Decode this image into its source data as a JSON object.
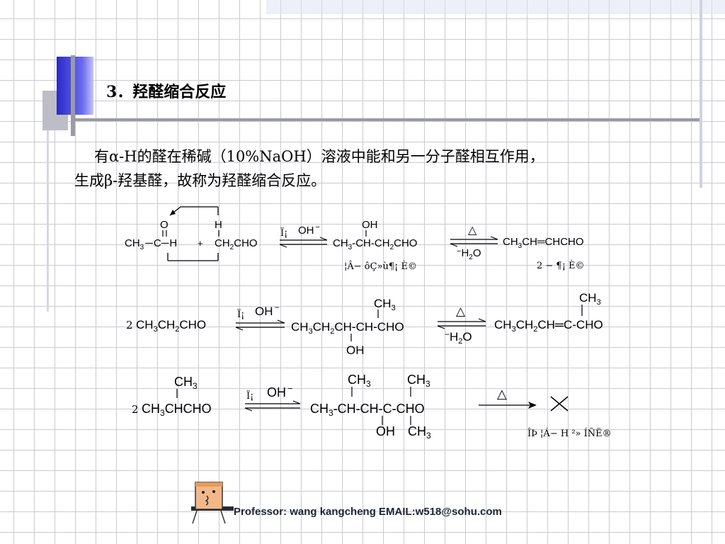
{
  "slide": {
    "title": "3．羟醛缩合反应",
    "para_line1": "有α-H的醛在稀碱（10%NaOH）溶液中能和另一分子醛相互作用，",
    "para_line2": "生成β-羟基醛，故称为羟醛缩合反应。"
  },
  "reactions": {
    "r1": {
      "o_top": "O",
      "h_top": "H",
      "ch3": "CH",
      "sub3": "3",
      "dash": "─",
      "c": "C",
      "h": "H",
      "plus": "+",
      "ch2cho_a": "CH",
      "ch2cho_sub": "2",
      "ch2cho_b": "CHO",
      "cat_garbled": "Ï¡",
      "cat": "OH",
      "cat_charge": "−",
      "prod_oh": "OH",
      "prod_a": "CH",
      "prod_sub1": "3",
      "prod_b": "-CH-CH",
      "prod_sub2": "2",
      "prod_c": "CHO",
      "heat": "△",
      "minus": "−",
      "h2o_a": "H",
      "h2o_sub": "2",
      "h2o_b": "O",
      "final_a": "CH",
      "final_sub": "3",
      "final_b": "CH═CHCHO",
      "label_mid_garbled": "¦Â− ôÇ»ù¶¡ È©",
      "label_right_garbled": "2 − ¶¡ È©"
    },
    "r2": {
      "coef": "2",
      "react_a": "CH",
      "react_sub1": "3",
      "react_b": "CH",
      "react_sub2": "2",
      "react_c": "CHO",
      "cat_garbled": "Ï¡",
      "cat": "OH",
      "cat_charge": "−",
      "prod_ch3_a": "CH",
      "prod_ch3_sub": "3",
      "prod_a": "CH",
      "prod_sub1": "3",
      "prod_b": "CH",
      "prod_sub2": "2",
      "prod_c": "CH-CH-CHO",
      "prod_oh": "OH",
      "heat": "△",
      "minus": "−",
      "h2o_a": "H",
      "h2o_sub": "2",
      "h2o_b": "O",
      "final_ch3_a": "CH",
      "final_ch3_sub": "3",
      "final_a": "CH",
      "final_sub1": "3",
      "final_b": "CH",
      "final_sub2": "2",
      "final_c": "CH═C-CHO"
    },
    "r3": {
      "coef": "2",
      "react_ch3_a": "CH",
      "react_ch3_sub": "3",
      "react_a": "CH",
      "react_sub": "3",
      "react_b": "CHCHO",
      "cat_garbled": "Ï¡",
      "cat": "OH",
      "cat_charge": "−",
      "prod_ch3a_a": "CH",
      "prod_ch3a_sub": "3",
      "prod_ch3b_a": "CH",
      "prod_ch3b_sub": "3",
      "prod_a": "CH",
      "prod_sub": "3",
      "prod_b": "-CH-CH-C-CHO",
      "prod_oh": "OH",
      "prod_ch3c_a": "CH",
      "prod_ch3c_sub": "3",
      "heat": "△",
      "cross": "✕",
      "label_garbled": "ÎÞ ¦Á− H ²» ÍÑË®"
    }
  },
  "footer": {
    "text": "Professor: wang kangcheng EMAIL:w518@sohu.com"
  },
  "colors": {
    "accent": "#3030d0",
    "rule": "#9a9aa4",
    "grid": "#c9c9d3"
  }
}
